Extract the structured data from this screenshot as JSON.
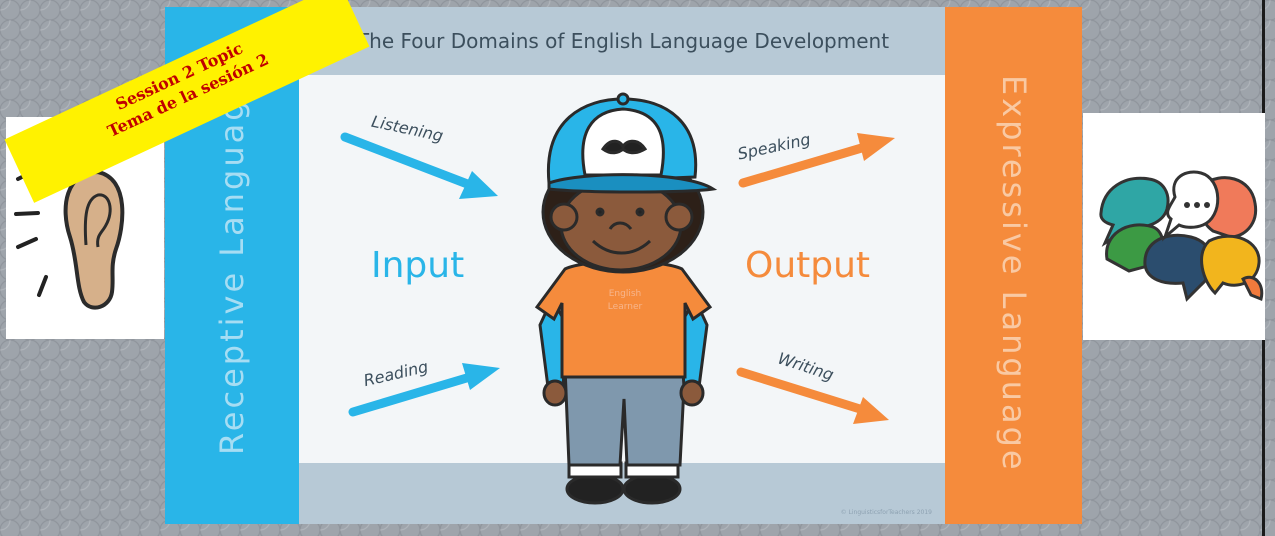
{
  "banner": {
    "line1": "Session 2 Topic",
    "line2": "Tema de la sesión 2"
  },
  "slide": {
    "title": "The Four Domains of English Language Development",
    "receptive_label": "Receptive Language",
    "expressive_label": "Expressive Language",
    "input_label": "Input",
    "output_label": "Output",
    "arrows": {
      "listening": "Listening",
      "reading": "Reading",
      "speaking": "Speaking",
      "writing": "Writing"
    },
    "shirt_text": [
      "English",
      "Learner"
    ],
    "copyright": "© LinguisticsforTeachers 2019"
  },
  "icons": {
    "left": "ear-icon",
    "right": "speech-bubbles-icon"
  },
  "colors": {
    "receptive": "#29b5e8",
    "expressive": "#f58b3c",
    "banner": "#fff200",
    "banner_text": "#c00000"
  }
}
